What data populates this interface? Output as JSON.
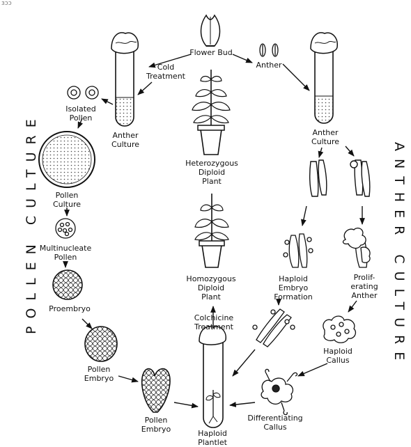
{
  "labels": {
    "flower_bud": [
      "Flower Bud"
    ],
    "anther": [
      "Anther"
    ],
    "cold_treatment": [
      "Cold",
      "Treatment"
    ],
    "isolated_pollen": [
      "Isolated",
      "Pollen"
    ],
    "anther_culture_left": [
      "Anther",
      "Culture"
    ],
    "anther_culture_right": [
      "Anther",
      "Culture"
    ],
    "heterozygous_plant": [
      "Heterozygous",
      "Diploid",
      "Plant"
    ],
    "pollen_culture": [
      "Pollen",
      "Culture"
    ],
    "multinucleate_pollen": [
      "Multinucleate",
      "Pollen"
    ],
    "proembryo": [
      "Proembryo"
    ],
    "pollen_embryo_1": [
      "Pollen",
      "Embryo"
    ],
    "pollen_embryo_2": [
      "Pollen",
      "Embryo"
    ],
    "homozygous_plant": [
      "Homozygous",
      "Diploid",
      "Plant"
    ],
    "colchicine": [
      "Colchicine",
      "Treatment"
    ],
    "haploid_plantlet": [
      "Haploid",
      "Plantlet"
    ],
    "haploid_embryo_formation": [
      "Haploid",
      "Embryo",
      "Formation"
    ],
    "proliferating_anther": [
      "Prolif-",
      "erating",
      "Anther"
    ],
    "haploid_callus": [
      "Haploid",
      "Callus"
    ],
    "differentiating_callus": [
      "Differentiating",
      "Callus"
    ]
  },
  "side_titles": {
    "pollen_culture": "POLLEN CULTURE",
    "anther_culture": "ANTHER CULTURE"
  },
  "corner_mark": "ɜɔɔ"
}
